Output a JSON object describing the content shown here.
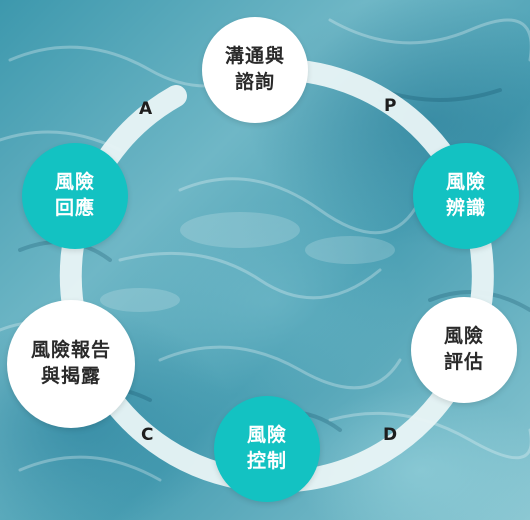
{
  "nodes": {
    "communication": {
      "line1": "溝通與",
      "line2": "諮詢"
    },
    "identification": {
      "line1": "風險",
      "line2": "辨識"
    },
    "assessment": {
      "line1": "風險",
      "line2": "評估"
    },
    "control": {
      "line1": "風險",
      "line2": "控制"
    },
    "reporting": {
      "line1": "風險報告",
      "line2": "與揭露"
    },
    "response": {
      "line1": "風險",
      "line2": "回應"
    }
  },
  "letters": {
    "p": "P",
    "d": "D",
    "c": "C",
    "a": "A"
  },
  "colors": {
    "teal": "#13c2c2",
    "white": "#ffffff",
    "text_dark": "#2a2a2a",
    "ring": "#e9f4f6"
  }
}
